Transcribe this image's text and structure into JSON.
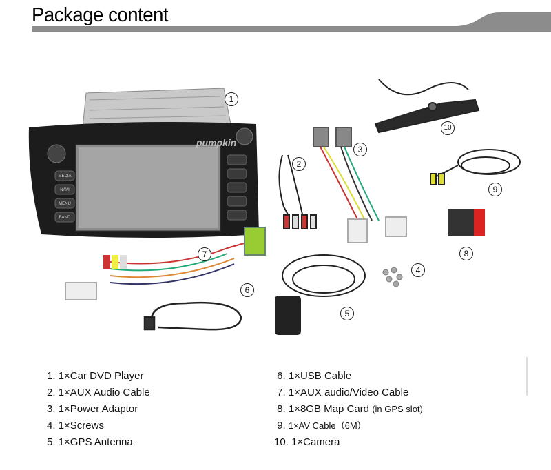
{
  "title": "Package content",
  "brand_logo": "pumpkin",
  "callouts": [
    "1",
    "2",
    "3",
    "4",
    "5",
    "6",
    "7",
    "8",
    "9",
    "10"
  ],
  "items_left": [
    {
      "num": "1.",
      "text": "1×Car DVD Player"
    },
    {
      "num": "2.",
      "text": "1×AUX Audio Cable"
    },
    {
      "num": "3.",
      "text": "1×Power Adaptor"
    },
    {
      "num": "4.",
      "text": "1×Screws"
    },
    {
      "num": "5.",
      "text": "1×GPS Antenna"
    }
  ],
  "items_right": [
    {
      "num": "6.",
      "text": "1×USB Cable",
      "note": ""
    },
    {
      "num": "7.",
      "text": "1×AUX audio/Video Cable",
      "note": ""
    },
    {
      "num": "8.",
      "text": "1×8GB Map Card",
      "note": "(in GPS slot)"
    },
    {
      "num": "9.",
      "text": "1×AV Cable",
      "note": "（6M）"
    },
    {
      "num": "10.",
      "text": "1×Camera",
      "note": ""
    }
  ],
  "device_buttons": [
    "MEDIA",
    "NAVI",
    "MENU",
    "BAND"
  ]
}
